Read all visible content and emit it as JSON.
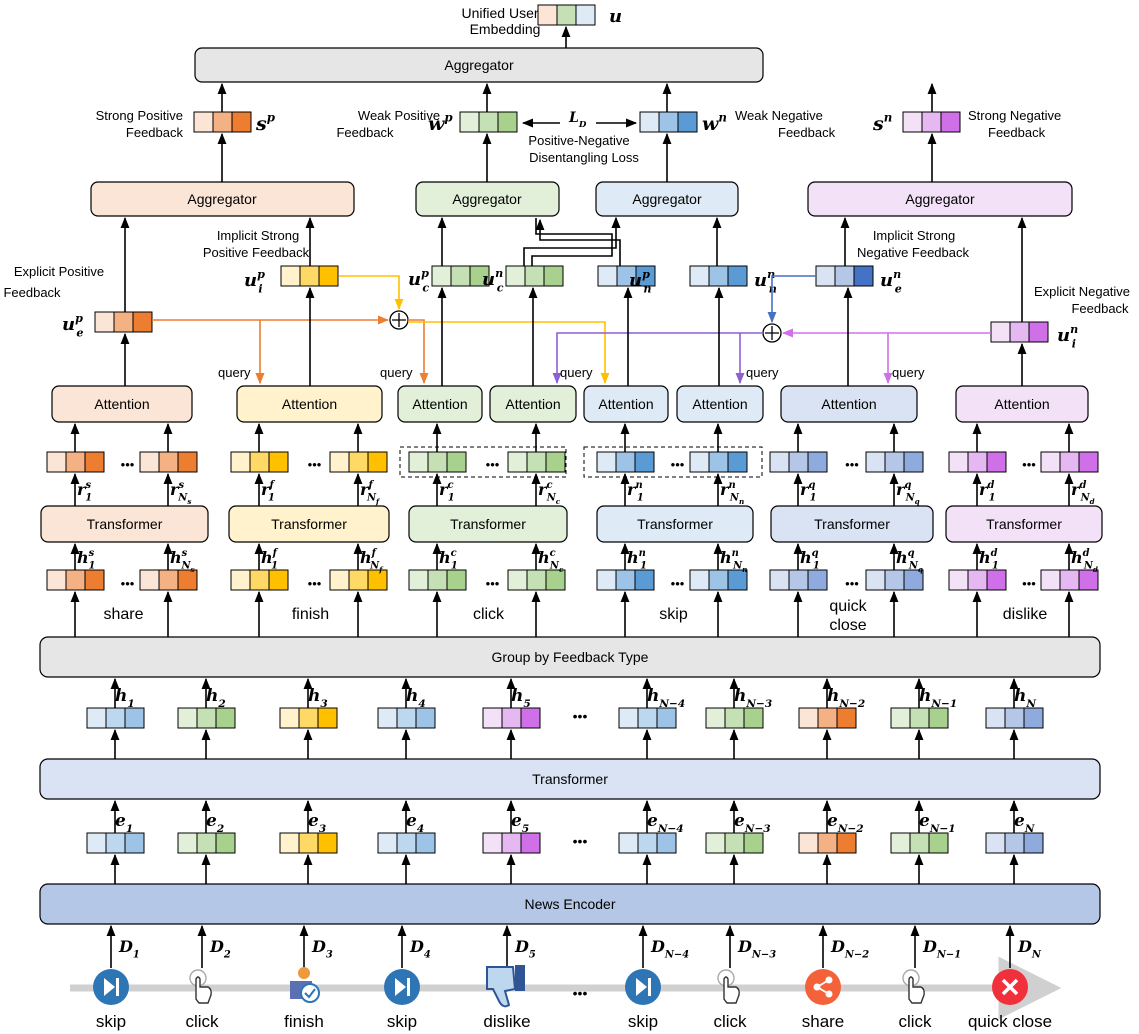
{
  "palette": {
    "orange": [
      "#fbe5d6",
      "#f4b183",
      "#ed7d31"
    ],
    "yellow": [
      "#fff2cc",
      "#ffd966",
      "#ffc000"
    ],
    "green": [
      "#e2f0d9",
      "#c5e0b4",
      "#a9d18e"
    ],
    "blue": [
      "#deebf7",
      "#bdd7ee",
      "#9dc3e6"
    ],
    "navy": [
      "#dae3f3",
      "#b4c7e7",
      "#8faadc"
    ],
    "navy_dark": [
      "#dae3f3",
      "#b4c7e7",
      "#4472c4"
    ],
    "blue_mid": [
      "#deebf7",
      "#9dc3e6",
      "#5b9bd5"
    ],
    "pink": [
      "#f3e1f8",
      "#e6b8f2",
      "#d070e8"
    ],
    "arrow_orange": "#ed7d31",
    "arrow_yellow": "#ffc000",
    "arrow_purple": "#8e5fd3",
    "arrow_blue": "#4472c4",
    "arrow_pink": "#d070e8"
  },
  "top": {
    "unified_label_line1": "Unified User",
    "unified_label_line2": "Embedding",
    "unified_symbol": "u",
    "aggregator_label": "Aggregator"
  },
  "feedback_vectors": {
    "strong_pos_line1": "Strong Positive",
    "strong_pos_line2": "Feedback",
    "strong_pos_symbol": "s",
    "strong_pos_sup": "p",
    "weak_pos_line1": "Weak Positive",
    "weak_pos_line2": "Feedback",
    "weak_pos_symbol": "w",
    "weak_pos_sup": "p",
    "weak_neg_line1": "Weak Negative",
    "weak_neg_line2": "Feedback",
    "weak_neg_symbol": "w",
    "weak_neg_sup": "n",
    "strong_neg_line1": "Strong Negative",
    "strong_neg_line2": "Feedback",
    "strong_neg_symbol": "s",
    "strong_neg_sup": "n",
    "loss_symbol": "L",
    "loss_sub": "D",
    "loss_line1": "Positive-Negative",
    "loss_line2": "Disentangling Loss"
  },
  "mid_aggregators": [
    "Aggregator",
    "Aggregator",
    "Aggregator",
    "Aggregator"
  ],
  "attention_labels": [
    "Attention",
    "Attention",
    "Attention",
    "Attention",
    "Attention",
    "Attention",
    "Attention",
    "Attention"
  ],
  "transformer_labels": [
    "Transformer",
    "Transformer",
    "Transformer",
    "Transformer",
    "Transformer",
    "Transformer"
  ],
  "explicit_pos": {
    "line1": "Explicit Positive",
    "line2": "Feedback",
    "symbol": "u",
    "sup": "p",
    "sub": "e"
  },
  "implicit_pos": {
    "line1": "Implicit Strong",
    "line2": "Positive Feedback",
    "symbol": "u",
    "sup": "p",
    "sub": "i"
  },
  "implicit_neg": {
    "line1": "Implicit Strong",
    "line2": "Negative Feedback",
    "symbol": "u",
    "sup": "n",
    "sub": "e"
  },
  "explicit_neg": {
    "line1": "Explicit Negative",
    "line2": "Feedback",
    "symbol": "u",
    "sup": "n",
    "sub": "i"
  },
  "uc_p": {
    "symbol": "u",
    "sup": "p",
    "sub": "c"
  },
  "uc_n": {
    "symbol": "u",
    "sup": "n",
    "sub": "c"
  },
  "un_p": {
    "symbol": "u",
    "sup": "p",
    "sub": "n"
  },
  "un_n": {
    "symbol": "u",
    "sup": "n",
    "sub": "n"
  },
  "query_label": "query",
  "groups": [
    {
      "name": "share",
      "r_sup": "s",
      "h_sup": "s",
      "last_sub": "N",
      "last_subsub": "s"
    },
    {
      "name": "finish",
      "r_sup": "f",
      "h_sup": "f",
      "last_sub": "N",
      "last_subsub": "f"
    },
    {
      "name": "click",
      "r_sup": "c",
      "h_sup": "c",
      "last_sub": "N",
      "last_subsub": "c"
    },
    {
      "name": "skip",
      "r_sup": "n",
      "h_sup": "n",
      "last_sub": "N",
      "last_subsub": "n"
    },
    {
      "name": "quick close",
      "name_line1": "quick",
      "name_line2": "close",
      "r_sup": "q",
      "h_sup": "q",
      "last_sub": "N",
      "last_subsub": "q"
    },
    {
      "name": "dislike",
      "r_sup": "d",
      "h_sup": "d",
      "last_sub": "N",
      "last_subsub": "d"
    }
  ],
  "vector_symbols": {
    "r": "r",
    "h": "h",
    "e": "e",
    "first_sub": "1"
  },
  "ellipsis": "•••",
  "group_by_label": "Group by Feedback Type",
  "transformer_main_label": "Transformer",
  "news_encoder_label": "News Encoder",
  "sequence": {
    "h_subs": [
      "1",
      "2",
      "3",
      "4",
      "5",
      "N−4",
      "N−3",
      "N−2",
      "N−1",
      "N"
    ],
    "e_subs": [
      "1",
      "2",
      "3",
      "4",
      "5",
      "N−4",
      "N−3",
      "N−2",
      "N−1",
      "N"
    ],
    "d_subs": [
      "1",
      "2",
      "3",
      "4",
      "5",
      "N−4",
      "N−3",
      "N−2",
      "N−1",
      "N"
    ],
    "d_symbol": "D",
    "actions": [
      "skip",
      "click",
      "finish",
      "skip",
      "dislike",
      "skip",
      "click",
      "share",
      "click",
      "quick close"
    ],
    "action_icons": [
      "skip-icon",
      "click-icon",
      "finish-icon",
      "skip-icon",
      "dislike-icon",
      "skip-icon",
      "click-icon",
      "share-icon",
      "click-icon",
      "close-icon"
    ],
    "vector_colors": [
      "blue",
      "green",
      "yellow",
      "blue",
      "pink",
      "blue",
      "green",
      "orange",
      "green",
      "navy"
    ]
  }
}
